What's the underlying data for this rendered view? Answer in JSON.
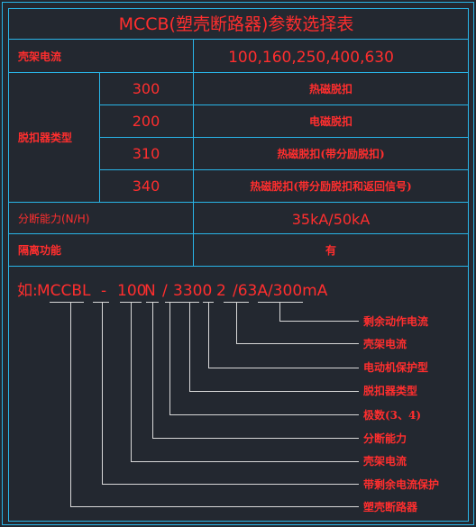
{
  "table": {
    "title": "MCCB(塑壳断路器)参数选择表",
    "rows": {
      "frame": {
        "label": "壳架电流",
        "value": "100,160,250,400,630"
      },
      "trip": {
        "label": "脱扣器类型",
        "options": [
          {
            "code": "300",
            "desc": "热磁脱扣"
          },
          {
            "code": "200",
            "desc": "电磁脱扣"
          },
          {
            "code": "310",
            "desc": "热磁脱扣(带分励脱扣)"
          },
          {
            "code": "340",
            "desc": "热磁脱扣(带分励脱扣和返回信号)"
          }
        ]
      },
      "breaking": {
        "label": "分断能力(N/H)",
        "value": "35kA/50kA"
      },
      "isolation": {
        "label": "隔离功能",
        "value": "有"
      }
    }
  },
  "example": {
    "prefix": "如:",
    "parts": [
      "MCCB",
      "L",
      "-",
      "100",
      "N",
      "/",
      "3300",
      "2",
      "/63A/300mA"
    ],
    "legend": [
      "剩余动作电流",
      "壳架电流",
      "电动机保护型",
      "脱扣器类型",
      "极数(3、4)",
      "分断能力",
      "壳架电流",
      "带剩余电流保护",
      "塑壳断路器"
    ]
  },
  "colors": {
    "background": "#232830",
    "grid": "#29b5e8",
    "text": "#ff2e2e",
    "leader": "#d8d8d8"
  }
}
